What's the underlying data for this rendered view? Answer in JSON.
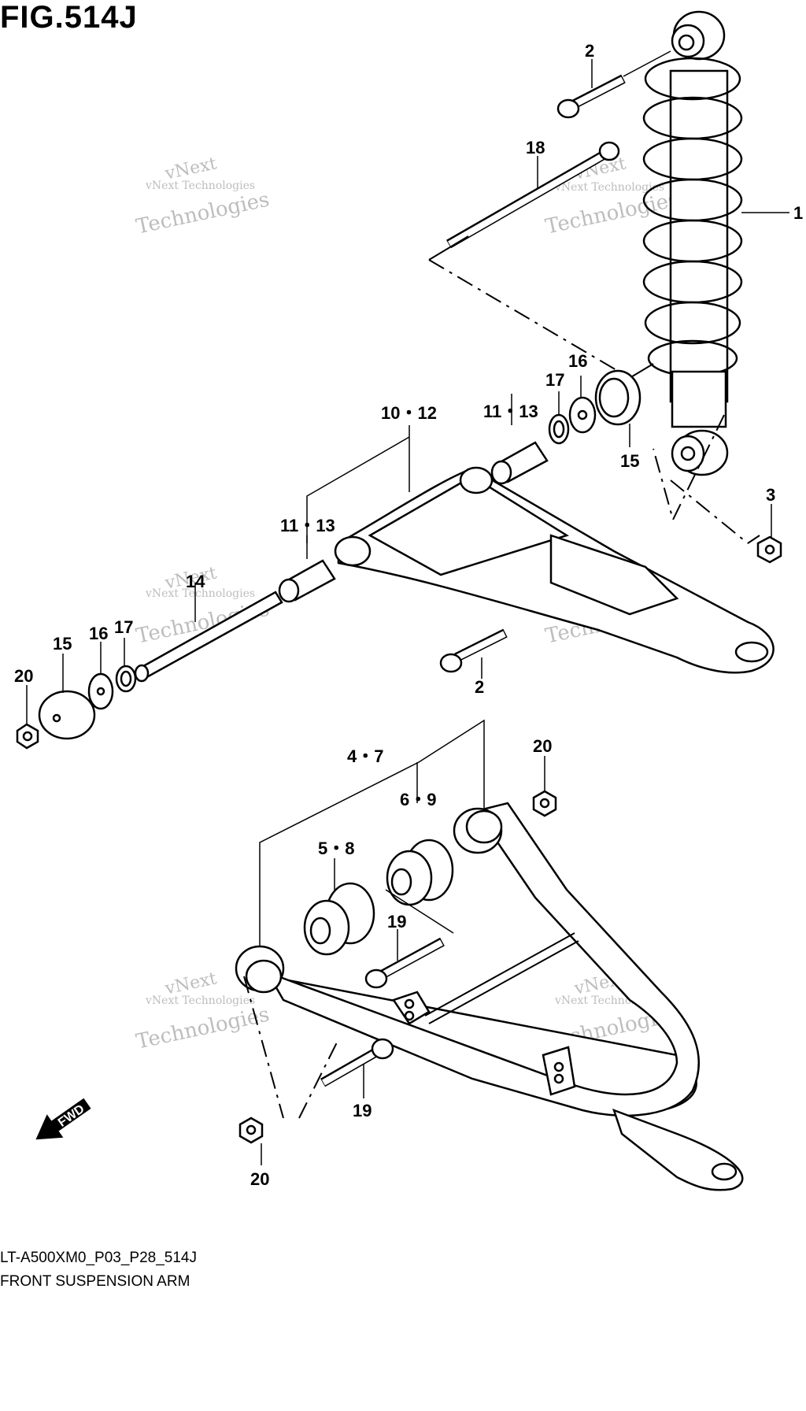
{
  "figure": {
    "title": "FIG.514J",
    "model_code": "LT-A500XM0_P03_P28_514J",
    "name": "FRONT SUSPENSION ARM"
  },
  "watermark": {
    "line_small": "vNext Technologies",
    "line_big_1": "vNext",
    "line_big_2": "Technologies"
  },
  "callouts": {
    "c1": "1",
    "c2a": "2",
    "c2b": "2",
    "c3": "3",
    "c4_7": "4・7",
    "c5_8": "5・8",
    "c6_9": "6・9",
    "c10_12": "10・12",
    "c11_13a": "11・13",
    "c11_13b": "11・13",
    "c14": "14",
    "c15a": "15",
    "c15b": "15",
    "c16a": "16",
    "c16b": "16",
    "c17a": "17",
    "c17b": "17",
    "c18": "18",
    "c19a": "19",
    "c19b": "19",
    "c20a": "20",
    "c20b": "20",
    "c20c": "20"
  },
  "fwd_label": "FWD",
  "icons": [
    "fwd-arrow-icon"
  ]
}
